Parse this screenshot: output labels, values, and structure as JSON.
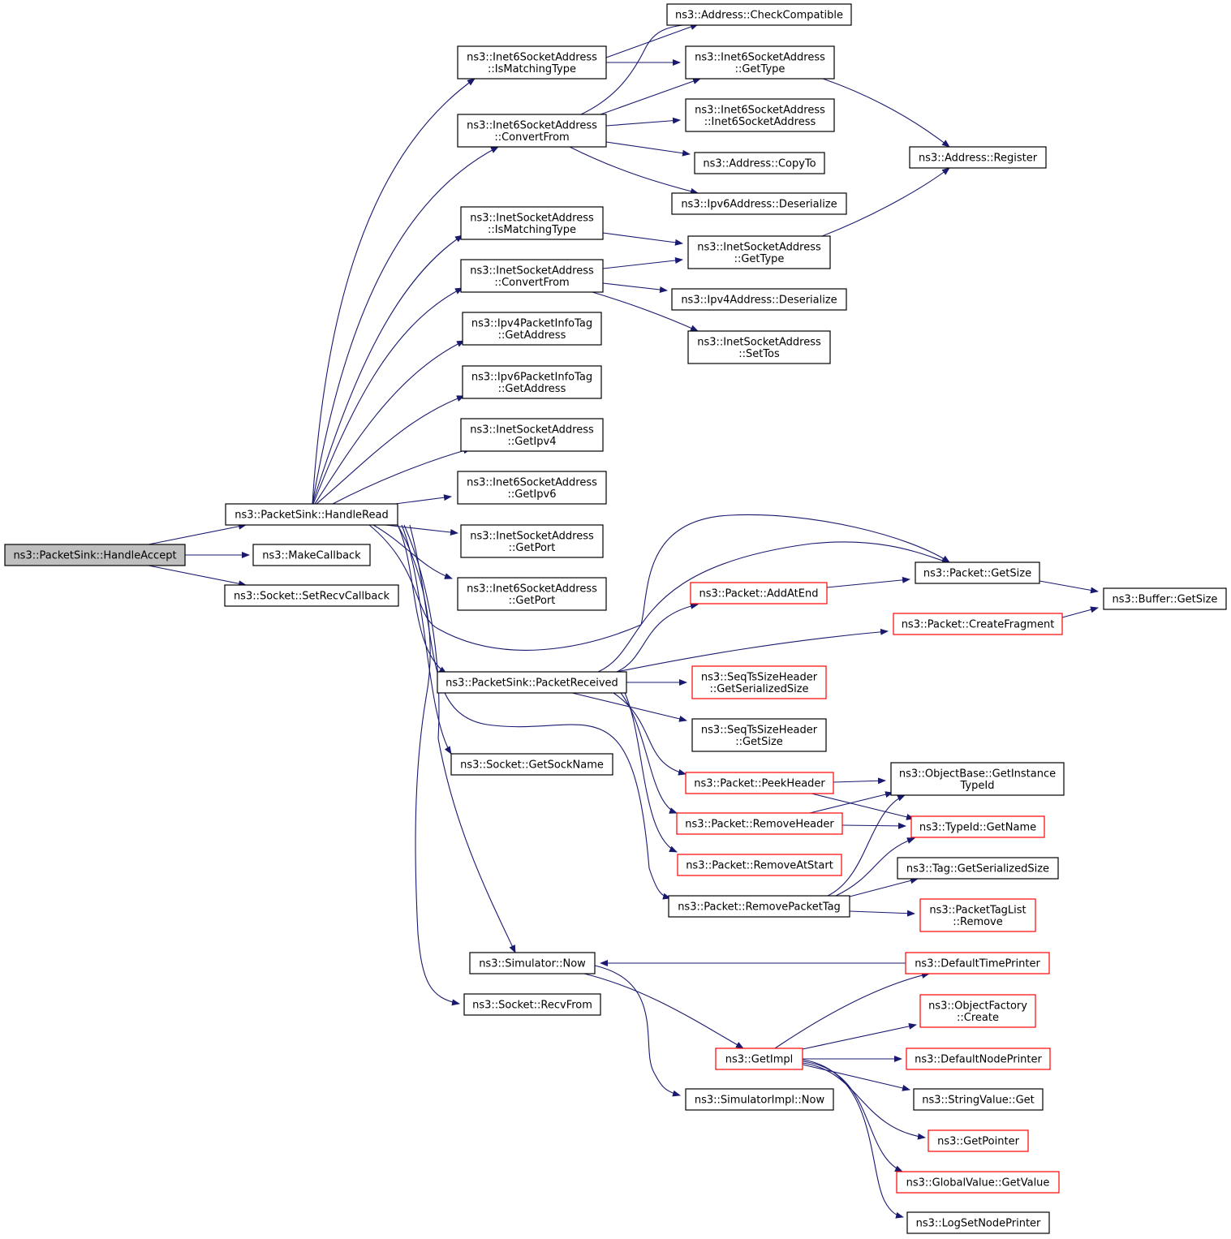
{
  "colors": {
    "edge": "#191970",
    "node_border": "#000000",
    "incomplete_border": "#ff0000",
    "root_fill": "#bfbfbf",
    "node_fill": "#ffffff",
    "text": "#000000"
  },
  "nodes": [
    {
      "id": "handleaccept",
      "lines": [
        "ns3::PacketSink::HandleAccept"
      ],
      "style": "root"
    },
    {
      "id": "handleread",
      "lines": [
        "ns3::PacketSink::HandleRead"
      ],
      "style": "normal"
    },
    {
      "id": "makecallback",
      "lines": [
        "ns3::MakeCallback"
      ],
      "style": "normal"
    },
    {
      "id": "setrecvcallback",
      "lines": [
        "ns3::Socket::SetRecvCallback"
      ],
      "style": "normal"
    },
    {
      "id": "i6_ismatchingtype",
      "lines": [
        "ns3::Inet6SocketAddress",
        "::IsMatchingType"
      ],
      "style": "normal"
    },
    {
      "id": "i6_convertfrom",
      "lines": [
        "ns3::Inet6SocketAddress",
        "::ConvertFrom"
      ],
      "style": "normal"
    },
    {
      "id": "i4_ismatchingtype",
      "lines": [
        "ns3::InetSocketAddress",
        "::IsMatchingType"
      ],
      "style": "normal"
    },
    {
      "id": "i4_convertfrom",
      "lines": [
        "ns3::InetSocketAddress",
        "::ConvertFrom"
      ],
      "style": "normal"
    },
    {
      "id": "ipv4pit_getaddress",
      "lines": [
        "ns3::Ipv4PacketInfoTag",
        "::GetAddress"
      ],
      "style": "normal"
    },
    {
      "id": "ipv6pit_getaddress",
      "lines": [
        "ns3::Ipv6PacketInfoTag",
        "::GetAddress"
      ],
      "style": "normal"
    },
    {
      "id": "i4_getipv4",
      "lines": [
        "ns3::InetSocketAddress",
        "::GetIpv4"
      ],
      "style": "normal"
    },
    {
      "id": "i6_getipv6",
      "lines": [
        "ns3::Inet6SocketAddress",
        "::GetIpv6"
      ],
      "style": "normal"
    },
    {
      "id": "i4_getport",
      "lines": [
        "ns3::InetSocketAddress",
        "::GetPort"
      ],
      "style": "normal"
    },
    {
      "id": "i6_getport",
      "lines": [
        "ns3::Inet6SocketAddress",
        "::GetPort"
      ],
      "style": "normal"
    },
    {
      "id": "packetreceived",
      "lines": [
        "ns3::PacketSink::PacketReceived"
      ],
      "style": "normal"
    },
    {
      "id": "getsockname",
      "lines": [
        "ns3::Socket::GetSockName"
      ],
      "style": "normal"
    },
    {
      "id": "sim_now",
      "lines": [
        "ns3::Simulator::Now"
      ],
      "style": "normal"
    },
    {
      "id": "recvfrom",
      "lines": [
        "ns3::Socket::RecvFrom"
      ],
      "style": "normal"
    },
    {
      "id": "addr_checkcompatible",
      "lines": [
        "ns3::Address::CheckCompatible"
      ],
      "style": "normal"
    },
    {
      "id": "i6_gettype",
      "lines": [
        "ns3::Inet6SocketAddress",
        "::GetType"
      ],
      "style": "normal"
    },
    {
      "id": "i6_ctor",
      "lines": [
        "ns3::Inet6SocketAddress",
        "::Inet6SocketAddress"
      ],
      "style": "normal"
    },
    {
      "id": "addr_copyto",
      "lines": [
        "ns3::Address::CopyTo"
      ],
      "style": "normal"
    },
    {
      "id": "ipv6_deserialize",
      "lines": [
        "ns3::Ipv6Address::Deserialize"
      ],
      "style": "normal"
    },
    {
      "id": "i4_gettype",
      "lines": [
        "ns3::InetSocketAddress",
        "::GetType"
      ],
      "style": "normal"
    },
    {
      "id": "ipv4_deserialize",
      "lines": [
        "ns3::Ipv4Address::Deserialize"
      ],
      "style": "normal"
    },
    {
      "id": "i4_settos",
      "lines": [
        "ns3::InetSocketAddress",
        "::SetTos"
      ],
      "style": "normal"
    },
    {
      "id": "addr_register",
      "lines": [
        "ns3::Address::Register"
      ],
      "style": "normal"
    },
    {
      "id": "pkt_addatend",
      "lines": [
        "ns3::Packet::AddAtEnd"
      ],
      "style": "incomplete"
    },
    {
      "id": "seqts_getserializedsize",
      "lines": [
        "ns3::SeqTsSizeHeader",
        "::GetSerializedSize"
      ],
      "style": "incomplete"
    },
    {
      "id": "seqts_getsize",
      "lines": [
        "ns3::SeqTsSizeHeader",
        "::GetSize"
      ],
      "style": "normal"
    },
    {
      "id": "pkt_peekheader",
      "lines": [
        "ns3::Packet::PeekHeader"
      ],
      "style": "incomplete"
    },
    {
      "id": "pkt_removeheader",
      "lines": [
        "ns3::Packet::RemoveHeader"
      ],
      "style": "incomplete"
    },
    {
      "id": "pkt_removeatstart",
      "lines": [
        "ns3::Packet::RemoveAtStart"
      ],
      "style": "incomplete"
    },
    {
      "id": "pkt_removepackettag",
      "lines": [
        "ns3::Packet::RemovePacketTag"
      ],
      "style": "normal"
    },
    {
      "id": "getimpl",
      "lines": [
        "ns3::GetImpl"
      ],
      "style": "incomplete"
    },
    {
      "id": "simimpl_now",
      "lines": [
        "ns3::SimulatorImpl::Now"
      ],
      "style": "normal"
    },
    {
      "id": "pkt_getsize",
      "lines": [
        "ns3::Packet::GetSize"
      ],
      "style": "normal"
    },
    {
      "id": "pkt_createfragment",
      "lines": [
        "ns3::Packet::CreateFragment"
      ],
      "style": "incomplete"
    },
    {
      "id": "buf_getsize",
      "lines": [
        "ns3::Buffer::GetSize"
      ],
      "style": "normal"
    },
    {
      "id": "objbase_getinstancetypeid",
      "lines": [
        "ns3::ObjectBase::GetInstance",
        "TypeId"
      ],
      "style": "normal"
    },
    {
      "id": "typeid_getname",
      "lines": [
        "ns3::TypeId::GetName"
      ],
      "style": "incomplete"
    },
    {
      "id": "tag_getserializedsize",
      "lines": [
        "ns3::Tag::GetSerializedSize"
      ],
      "style": "normal"
    },
    {
      "id": "pkttaglist_remove",
      "lines": [
        "ns3::PacketTagList",
        "::Remove"
      ],
      "style": "incomplete"
    },
    {
      "id": "defaulttimeprinter",
      "lines": [
        "ns3::DefaultTimePrinter"
      ],
      "style": "incomplete"
    },
    {
      "id": "objfactory_create",
      "lines": [
        "ns3::ObjectFactory",
        "::Create"
      ],
      "style": "incomplete"
    },
    {
      "id": "defaultnodeprinter",
      "lines": [
        "ns3::DefaultNodePrinter"
      ],
      "style": "incomplete"
    },
    {
      "id": "stringvalue_get",
      "lines": [
        "ns3::StringValue::Get"
      ],
      "style": "normal"
    },
    {
      "id": "getpointer",
      "lines": [
        "ns3::GetPointer"
      ],
      "style": "incomplete"
    },
    {
      "id": "globalvalue_getvalue",
      "lines": [
        "ns3::GlobalValue::GetValue"
      ],
      "style": "incomplete"
    },
    {
      "id": "logsetnodeprinter",
      "lines": [
        "ns3::LogSetNodePrinter"
      ],
      "style": "normal"
    }
  ],
  "edges": [
    [
      "handleaccept",
      "handleread"
    ],
    [
      "handleaccept",
      "makecallback"
    ],
    [
      "handleaccept",
      "setrecvcallback"
    ],
    [
      "handleread",
      "i6_ismatchingtype"
    ],
    [
      "handleread",
      "i6_convertfrom"
    ],
    [
      "handleread",
      "i4_ismatchingtype"
    ],
    [
      "handleread",
      "i4_convertfrom"
    ],
    [
      "handleread",
      "ipv4pit_getaddress"
    ],
    [
      "handleread",
      "ipv6pit_getaddress"
    ],
    [
      "handleread",
      "i4_getipv4"
    ],
    [
      "handleread",
      "i6_getipv6"
    ],
    [
      "handleread",
      "i4_getport"
    ],
    [
      "handleread",
      "i6_getport"
    ],
    [
      "handleread",
      "pkt_getsize"
    ],
    [
      "handleread",
      "packetreceived"
    ],
    [
      "handleread",
      "getsockname"
    ],
    [
      "handleread",
      "pkt_removepackettag"
    ],
    [
      "handleread",
      "sim_now"
    ],
    [
      "handleread",
      "recvfrom"
    ],
    [
      "i6_ismatchingtype",
      "addr_checkcompatible"
    ],
    [
      "i6_ismatchingtype",
      "i6_gettype"
    ],
    [
      "i6_convertfrom",
      "addr_checkcompatible"
    ],
    [
      "i6_convertfrom",
      "i6_gettype"
    ],
    [
      "i6_convertfrom",
      "i6_ctor"
    ],
    [
      "i6_convertfrom",
      "addr_copyto"
    ],
    [
      "i6_convertfrom",
      "ipv6_deserialize"
    ],
    [
      "i6_gettype",
      "addr_register"
    ],
    [
      "i4_ismatchingtype",
      "i4_gettype"
    ],
    [
      "i4_convertfrom",
      "i4_gettype"
    ],
    [
      "i4_convertfrom",
      "ipv4_deserialize"
    ],
    [
      "i4_convertfrom",
      "i4_settos"
    ],
    [
      "i4_gettype",
      "addr_register"
    ],
    [
      "packetreceived",
      "pkt_getsize"
    ],
    [
      "packetreceived",
      "pkt_addatend"
    ],
    [
      "packetreceived",
      "pkt_createfragment"
    ],
    [
      "packetreceived",
      "seqts_getserializedsize"
    ],
    [
      "packetreceived",
      "seqts_getsize"
    ],
    [
      "packetreceived",
      "pkt_peekheader"
    ],
    [
      "packetreceived",
      "pkt_removeheader"
    ],
    [
      "packetreceived",
      "pkt_removeatstart"
    ],
    [
      "pkt_addatend",
      "pkt_getsize"
    ],
    [
      "pkt_getsize",
      "buf_getsize"
    ],
    [
      "pkt_createfragment",
      "buf_getsize"
    ],
    [
      "pkt_peekheader",
      "objbase_getinstancetypeid"
    ],
    [
      "pkt_peekheader",
      "typeid_getname"
    ],
    [
      "pkt_removeheader",
      "objbase_getinstancetypeid"
    ],
    [
      "pkt_removeheader",
      "typeid_getname"
    ],
    [
      "pkt_removepackettag",
      "objbase_getinstancetypeid"
    ],
    [
      "pkt_removepackettag",
      "typeid_getname"
    ],
    [
      "pkt_removepackettag",
      "tag_getserializedsize"
    ],
    [
      "pkt_removepackettag",
      "pkttaglist_remove"
    ],
    [
      "sim_now",
      "getimpl"
    ],
    [
      "sim_now",
      "simimpl_now"
    ],
    [
      "defaulttimeprinter",
      "sim_now"
    ],
    [
      "getimpl",
      "defaulttimeprinter"
    ],
    [
      "getimpl",
      "objfactory_create"
    ],
    [
      "getimpl",
      "defaultnodeprinter"
    ],
    [
      "getimpl",
      "stringvalue_get"
    ],
    [
      "getimpl",
      "getpointer"
    ],
    [
      "getimpl",
      "globalvalue_getvalue"
    ],
    [
      "getimpl",
      "logsetnodeprinter"
    ]
  ]
}
